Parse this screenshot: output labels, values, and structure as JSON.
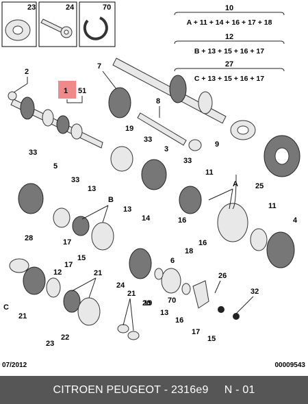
{
  "legend_boxes": [
    {
      "number": "23",
      "icon": "washer-icon"
    },
    {
      "number": "24",
      "icon": "bolt-icon"
    },
    {
      "number": "70",
      "icon": "circlip-icon"
    }
  ],
  "formulas": [
    {
      "number": "10",
      "formula": "A + 11 + 14 + 16 + 17 + 18"
    },
    {
      "number": "12",
      "formula": "B + 13 + 15 + 16 + 17"
    },
    {
      "number": "27",
      "formula": "C + 13 + 15 + 16 + 17"
    }
  ],
  "highlight": {
    "number": "1",
    "secondary": "51",
    "color": "#f08a8a"
  },
  "callouts": [
    "2",
    "7",
    "8",
    "19",
    "33",
    "3",
    "9",
    "33",
    "5",
    "33",
    "13",
    "B",
    "33",
    "11",
    "A",
    "25",
    "28",
    "13",
    "14",
    "16",
    "11",
    "4",
    "17",
    "16",
    "18",
    "17",
    "15",
    "6",
    "12",
    "24",
    "26",
    "C",
    "21",
    "19",
    "70",
    "32",
    "21",
    "20",
    "13",
    "21",
    "16",
    "22",
    "17",
    "23",
    "15"
  ],
  "date": "07/2012",
  "doc_number": "00009543",
  "footer": {
    "brand": "CITROEN PEUGEOT",
    "separator": " - ",
    "ref": "2316e9",
    "gap": "     ",
    "code": "N - 01"
  },
  "colors": {
    "footer_bg": "#565656",
    "footer_text": "#ffffff"
  }
}
